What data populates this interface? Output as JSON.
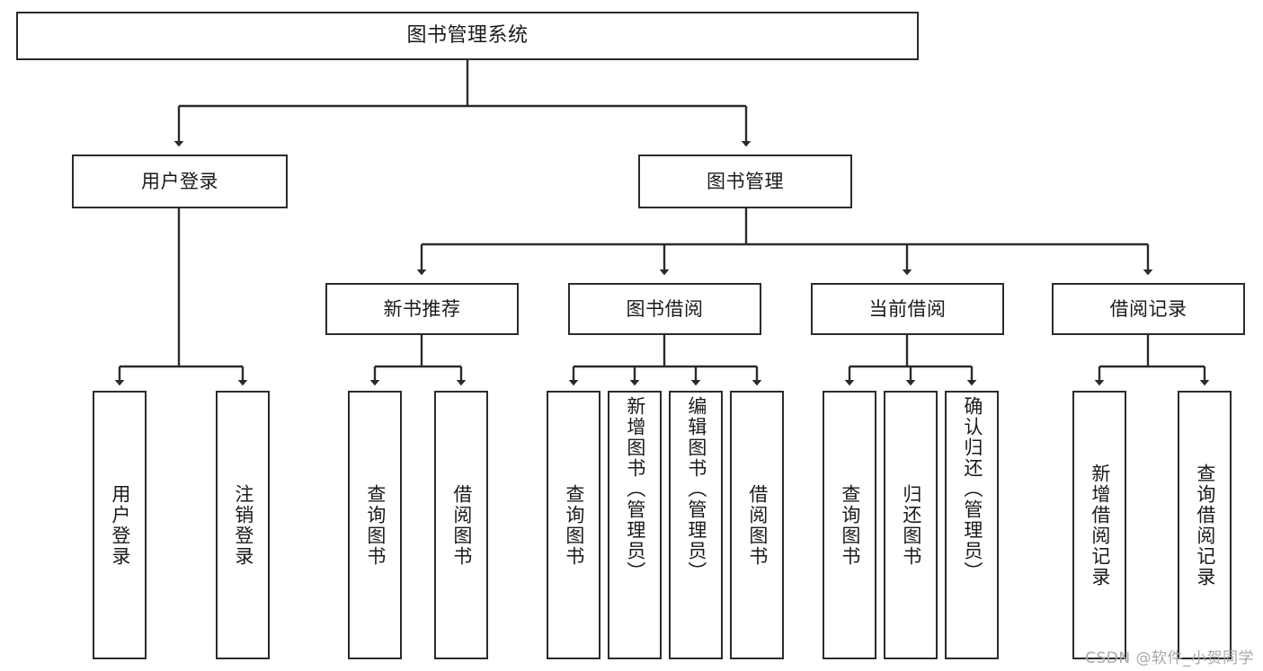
{
  "diagram": {
    "type": "tree-hierarchy",
    "title": "图书管理系统",
    "watermark": "CSDN @软件_小贺同学",
    "colors": {
      "box_border": "#2b2b2b",
      "box_fill": "#ffffff",
      "edge": "#2b2b2b",
      "text": "#1a1a1a",
      "background": "#ffffff",
      "watermark": "#a8a8a8"
    },
    "levels": {
      "level1": "根节点",
      "level2": "一级模块",
      "level3": "二级模块",
      "level4": "功能项"
    },
    "nodes": {
      "root": {
        "label": "图书管理系统"
      },
      "level2": [
        {
          "id": "user-login",
          "label": "用户登录"
        },
        {
          "id": "book-manage",
          "label": "图书管理"
        }
      ],
      "level3": [
        {
          "id": "new-book-rec",
          "label": "新书推荐"
        },
        {
          "id": "book-borrow",
          "label": "图书借阅"
        },
        {
          "id": "current-borrow",
          "label": "当前借阅"
        },
        {
          "id": "borrow-record",
          "label": "借阅记录"
        }
      ],
      "level4": {
        "user_login": [
          {
            "id": "leaf-user-login",
            "label": "用户登录"
          },
          {
            "id": "leaf-user-logout",
            "label": "注销登录"
          }
        ],
        "new_book_rec": [
          {
            "id": "leaf-query-book-1",
            "label": "查询图书"
          },
          {
            "id": "leaf-borrow-book-1",
            "label": "借阅图书"
          }
        ],
        "book_borrow": [
          {
            "id": "leaf-query-book-2",
            "label": "查询图书"
          },
          {
            "id": "leaf-add-book",
            "label": "新增图书（管理员）"
          },
          {
            "id": "leaf-edit-book",
            "label": "编辑图书（管理员）"
          },
          {
            "id": "leaf-borrow-book-2",
            "label": "借阅图书"
          }
        ],
        "current_borrow": [
          {
            "id": "leaf-query-book-3",
            "label": "查询图书"
          },
          {
            "id": "leaf-return-book",
            "label": "归还图书"
          },
          {
            "id": "leaf-confirm-return",
            "label": "确认归还（管理员）"
          }
        ],
        "borrow_record": [
          {
            "id": "leaf-add-record",
            "label": "新增借阅记录"
          },
          {
            "id": "leaf-query-record",
            "label": "查询借阅记录"
          }
        ]
      }
    }
  }
}
